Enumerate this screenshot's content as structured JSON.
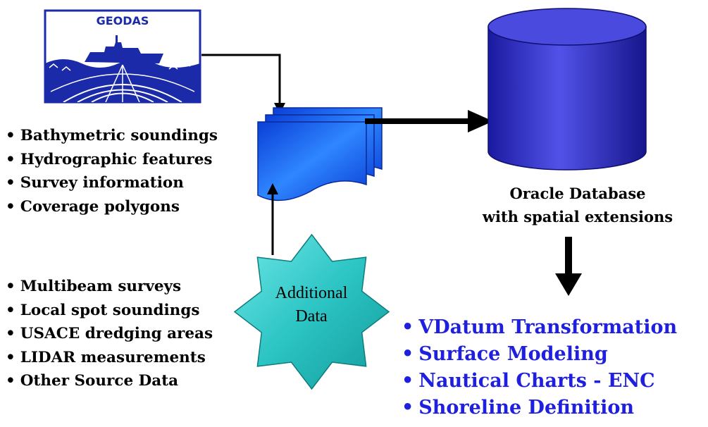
{
  "geodas": {
    "logo_text": "GEODAS",
    "items": [
      "Bathymetric soundings",
      "Hydrographic features",
      "Survey information",
      "Coverage polygons"
    ]
  },
  "additional_data": {
    "label_line1": "Additional",
    "label_line2": "Data",
    "items": [
      "Multibeam surveys",
      "Local spot soundings",
      "USACE dredging areas",
      "LIDAR measurements",
      "Other Source Data"
    ]
  },
  "database": {
    "label_line1": "Oracle Database",
    "label_line2": "with spatial extensions"
  },
  "outputs": {
    "items": [
      "VDatum Transformation",
      "Surface Modeling",
      "Nautical Charts - ENC",
      "Shoreline Definition"
    ]
  },
  "colors": {
    "logo_border": "#1a2aa8",
    "logo_sea": "#1a2aa8",
    "document_fill": "#1e6fff",
    "database_fill": "#2a2ab8",
    "star_fill": "#29c5c5",
    "outputs_text": "#1f1fe0"
  }
}
